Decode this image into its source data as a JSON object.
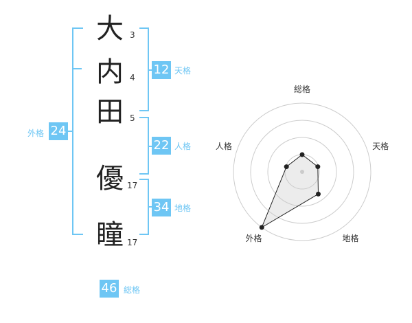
{
  "name": {
    "chars": [
      {
        "char": "大",
        "strokes": "3"
      },
      {
        "char": "内",
        "strokes": "4"
      },
      {
        "char": "田",
        "strokes": "5"
      },
      {
        "char": "優",
        "strokes": "17"
      },
      {
        "char": "瞳",
        "strokes": "17"
      }
    ]
  },
  "fortune": {
    "tenkaku": {
      "value": "12",
      "label": "天格"
    },
    "jinkaku": {
      "value": "22",
      "label": "人格"
    },
    "chikaku": {
      "value": "34",
      "label": "地格"
    },
    "gaikaku": {
      "value": "24",
      "label": "外格"
    },
    "soukaku": {
      "value": "46",
      "label": "総格"
    }
  },
  "colors": {
    "accent": "#6ec6f4",
    "text": "#222222"
  },
  "chart_data": {
    "type": "radar",
    "axes": [
      "総格",
      "天格",
      "地格",
      "外格",
      "人格"
    ],
    "values": [
      0.25,
      0.24,
      0.4,
      1.0,
      0.24
    ],
    "rings": 4
  }
}
